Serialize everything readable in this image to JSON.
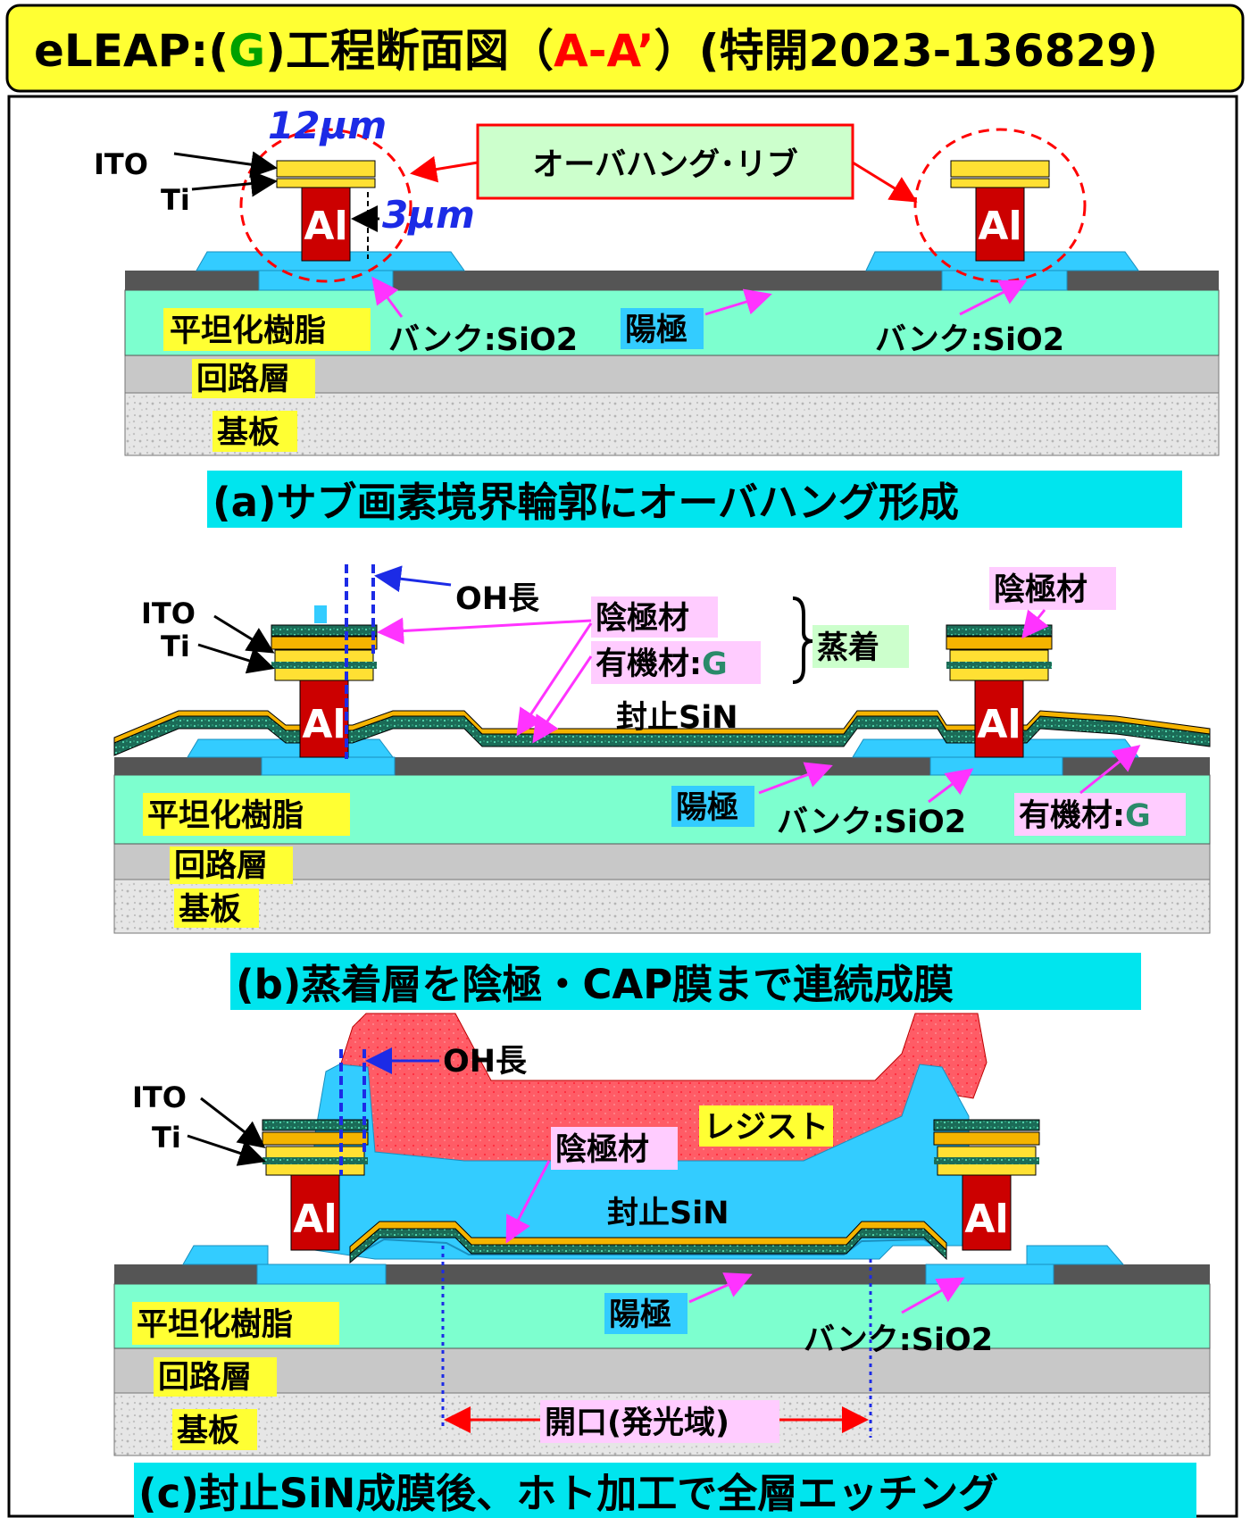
{
  "title": {
    "prefix": "eLEAP:(",
    "g": "G",
    "mid": ")工程断面図（",
    "aa": "A-A’",
    "suffix": "）(特開2023-136829)"
  },
  "panel_a": {
    "dim_width": "12μm",
    "dim_gap": "3μm",
    "ito": "ITO",
    "ti": "Ti",
    "al_left": "Al",
    "al_right": "Al",
    "overhang_rib": "オーバハング･リブ",
    "planarization": "平坦化樹脂",
    "bank_left": "バンク:SiO2",
    "anode": "陽極",
    "bank_right": "バンク:SiO2",
    "circuit": "回路層",
    "substrate": "基板",
    "caption": "(a)サブ画素境界輪郭にオーバハング形成"
  },
  "panel_b": {
    "oh_length": "OH長",
    "ito": "ITO",
    "ti": "Ti",
    "cathode": "陰極材",
    "organic_prefix": "有機材:",
    "organic_g": "G",
    "evaporation": "蒸着",
    "cathode_right": "陰極材",
    "sealing": "封止SiN",
    "al_left": "Al",
    "al_right": "Al",
    "planarization": "平坦化樹脂",
    "anode": "陽極",
    "bank": "バンク:SiO2",
    "organic_right_prefix": "有機材:",
    "organic_right_g": "G",
    "circuit": "回路層",
    "substrate": "基板",
    "caption": "(b)蒸着層を陰極・CAP膜まで連続成膜"
  },
  "panel_c": {
    "oh_length": "OH長",
    "ito": "ITO",
    "ti": "Ti",
    "resist": "レジスト",
    "cathode": "陰極材",
    "sealing": "封止SiN",
    "al_left": "Al",
    "al_right": "Al",
    "planarization": "平坦化樹脂",
    "anode": "陽極",
    "bank": "バンク:SiO2",
    "circuit": "回路層",
    "substrate": "基板",
    "opening": "開口(発光域)",
    "caption": "(c)封止SiN成膜後、ホト加工で全層エッチング"
  },
  "colors": {
    "title_bg": "#ffff33",
    "label_bg_yellow": "#ffff33",
    "caption_bg": "#00e5ee",
    "planarization": "#7dffcf",
    "bank": "#33ccff",
    "anode": "#555555",
    "circuit": "#c8c8c8",
    "aluminum": "#cc0000",
    "ito_ti": "#ffe033",
    "cathode_layer": "#f5b400",
    "organic_layer": "#1b6b57",
    "resist": "#ff5c66",
    "label_pink": "#ffccff",
    "dimension_blue": "#1c2be6",
    "arrow_magenta": "#ff33ff",
    "arrow_red": "#ff0000"
  }
}
